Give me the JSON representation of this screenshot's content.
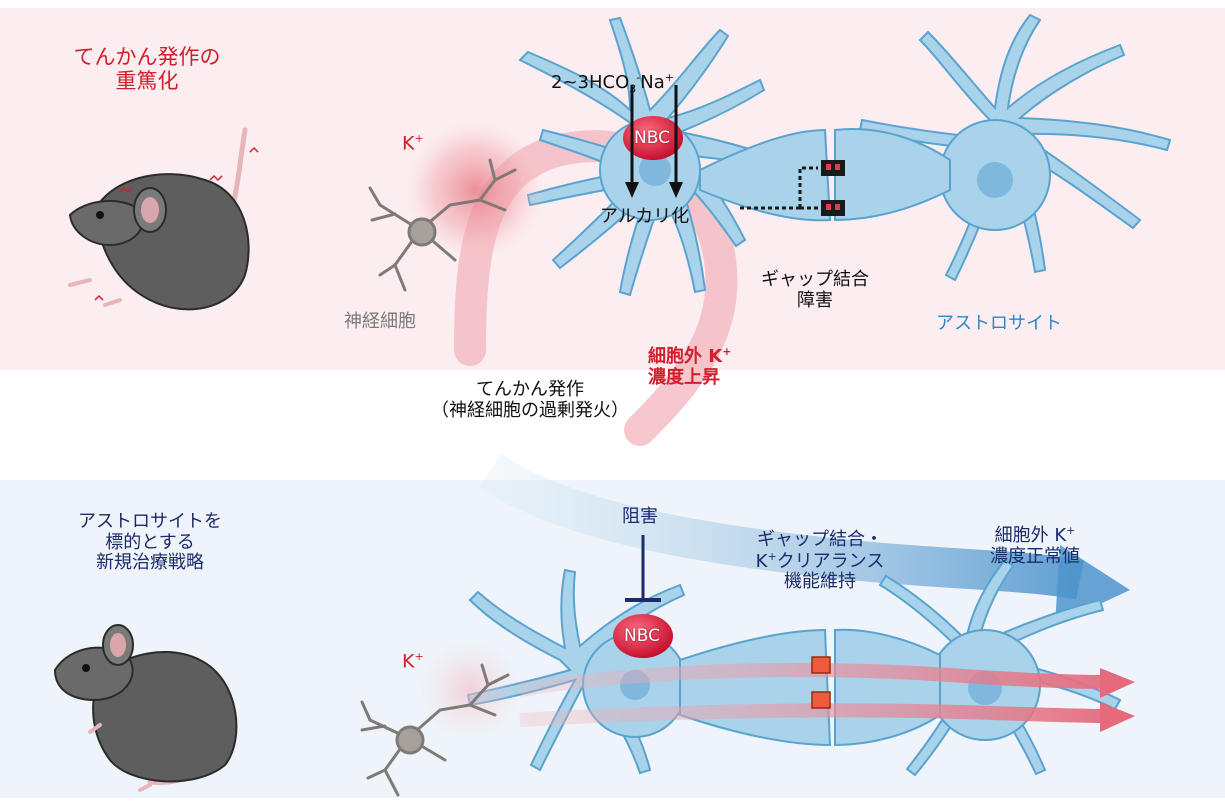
{
  "top": {
    "title_line1": "てんかん発作の",
    "title_line2": "重篤化",
    "k_label": "K",
    "k_sup": "+",
    "ion_formula": "2~3HCO",
    "ion_sub": "3",
    "ion_minus": "-",
    "na_label": "Na",
    "na_sup": "+",
    "nbc": "NBC",
    "alkalization": "アルカリ化",
    "gap_line1": "ギャップ結合",
    "gap_line2": "障害",
    "astrocyte": "アストロサイト",
    "neuron": "神経細胞",
    "extracellular_line1": "細胞外 K",
    "extracellular_sup": "+",
    "extracellular_line2": "濃度上昇"
  },
  "middle": {
    "seizure_line1": "てんかん発作",
    "seizure_line2": "（神経細胞の過剰発火）"
  },
  "bottom": {
    "strategy_line1": "アストロサイトを",
    "strategy_line2": "標的とする",
    "strategy_line3": "新規治療戦略",
    "inhibit": "阻害",
    "nbc": "NBC",
    "k_label": "K",
    "k_sup": "+",
    "maint_line1": "ギャップ結合・",
    "maint_k": "K",
    "maint_k_sup": "+",
    "maint_line2_rest": "クリアランス",
    "maint_line3": "機能維持",
    "normal_line1": "細胞外 K",
    "normal_sup": "+",
    "normal_line2": "濃度正常値"
  },
  "colors": {
    "top_panel": "#fceef0",
    "bottom_panel": "#eef4fa",
    "astrocyte_fill": "#a9d3ea",
    "astrocyte_stroke": "#5ba3cf",
    "nbc_red": "#e3203c",
    "k_flow": "#e88090",
    "text_red": "#d0202e",
    "text_blue": "#2f86c6",
    "text_navy": "#1c2b6b"
  },
  "icons": [
    "seizing-mouse-icon",
    "mouse-icon",
    "neuron-icon",
    "astrocyte-icon",
    "nbc-transporter-icon",
    "gap-junction-icon",
    "inhibition-bar-icon",
    "flow-arrow-icon"
  ]
}
